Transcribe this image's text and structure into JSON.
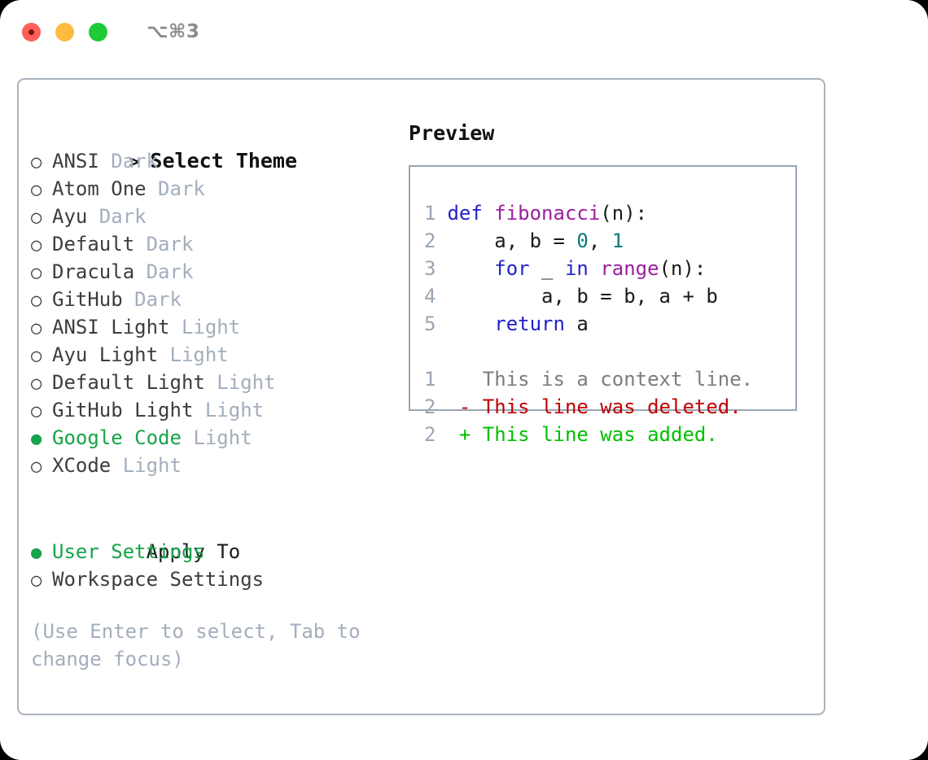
{
  "titlebar": {
    "shortcut": "⌥⌘3",
    "buttons": [
      {
        "name": "close",
        "color": "#fc6058"
      },
      {
        "name": "minimize",
        "color": "#fdbc40"
      },
      {
        "name": "zoom",
        "color": "#20ca36"
      }
    ]
  },
  "theme_list": {
    "header_marker": ">",
    "header_label": "Select Theme",
    "unselected_marker": "○",
    "selected_marker": "●",
    "items": [
      {
        "name": "ANSI",
        "tag": "Dark",
        "selected": false
      },
      {
        "name": "Atom One",
        "tag": "Dark",
        "selected": false
      },
      {
        "name": "Ayu",
        "tag": "Dark",
        "selected": false
      },
      {
        "name": "Default",
        "tag": "Dark",
        "selected": false
      },
      {
        "name": "Dracula",
        "tag": "Dark",
        "selected": false
      },
      {
        "name": "GitHub",
        "tag": "Dark",
        "selected": false
      },
      {
        "name": "ANSI Light",
        "tag": "Light",
        "selected": false
      },
      {
        "name": "Ayu Light",
        "tag": "Light",
        "selected": false
      },
      {
        "name": "Default Light",
        "tag": "Light",
        "selected": false
      },
      {
        "name": "GitHub Light",
        "tag": "Light",
        "selected": false
      },
      {
        "name": "Google Code",
        "tag": "Light",
        "selected": true
      },
      {
        "name": "XCode",
        "tag": "Light",
        "selected": false
      }
    ]
  },
  "apply_to": {
    "header_label": "Apply To",
    "items": [
      {
        "name": "User Settings",
        "selected": true
      },
      {
        "name": "Workspace Settings",
        "selected": false
      }
    ]
  },
  "hint": "(Use Enter to select, Tab to change focus)",
  "preview": {
    "title": "Preview",
    "code_lines": [
      {
        "no": "1",
        "tokens": [
          {
            "t": "def ",
            "c": "kw"
          },
          {
            "t": "fibonacci",
            "c": "fn"
          },
          {
            "t": "(n):",
            "c": "plain"
          }
        ]
      },
      {
        "no": "2",
        "tokens": [
          {
            "t": "    a, b = ",
            "c": "plain"
          },
          {
            "t": "0",
            "c": "num"
          },
          {
            "t": ", ",
            "c": "plain"
          },
          {
            "t": "1",
            "c": "num"
          }
        ]
      },
      {
        "no": "3",
        "tokens": [
          {
            "t": "    ",
            "c": "plain"
          },
          {
            "t": "for",
            "c": "kw"
          },
          {
            "t": " _ ",
            "c": "plain"
          },
          {
            "t": "in",
            "c": "kw"
          },
          {
            "t": " ",
            "c": "plain"
          },
          {
            "t": "range",
            "c": "fn"
          },
          {
            "t": "(n):",
            "c": "plain"
          }
        ]
      },
      {
        "no": "4",
        "tokens": [
          {
            "t": "        a, b = b, a + b",
            "c": "plain"
          }
        ]
      },
      {
        "no": "5",
        "tokens": [
          {
            "t": "    ",
            "c": "plain"
          },
          {
            "t": "return",
            "c": "kw"
          },
          {
            "t": " a",
            "c": "plain"
          }
        ]
      }
    ],
    "diff_lines": [
      {
        "no": "1",
        "prefix": "  ",
        "text": "This is a context line.",
        "kind": "ctx"
      },
      {
        "no": "2",
        "prefix": "- ",
        "text": "This line was deleted.",
        "kind": "del"
      },
      {
        "no": "2",
        "prefix": "+ ",
        "text": "This line was added.",
        "kind": "add"
      }
    ]
  },
  "colors": {
    "accent_green": "#16a34a",
    "muted": "#a3aebd",
    "border": "#a9b2bd",
    "preview_border": "#9aa5b4",
    "keyword": "#2222c8",
    "function": "#9c1f9c",
    "number": "#0a7a7a",
    "diff_deleted": "#c00000",
    "diff_added": "#00c000"
  }
}
